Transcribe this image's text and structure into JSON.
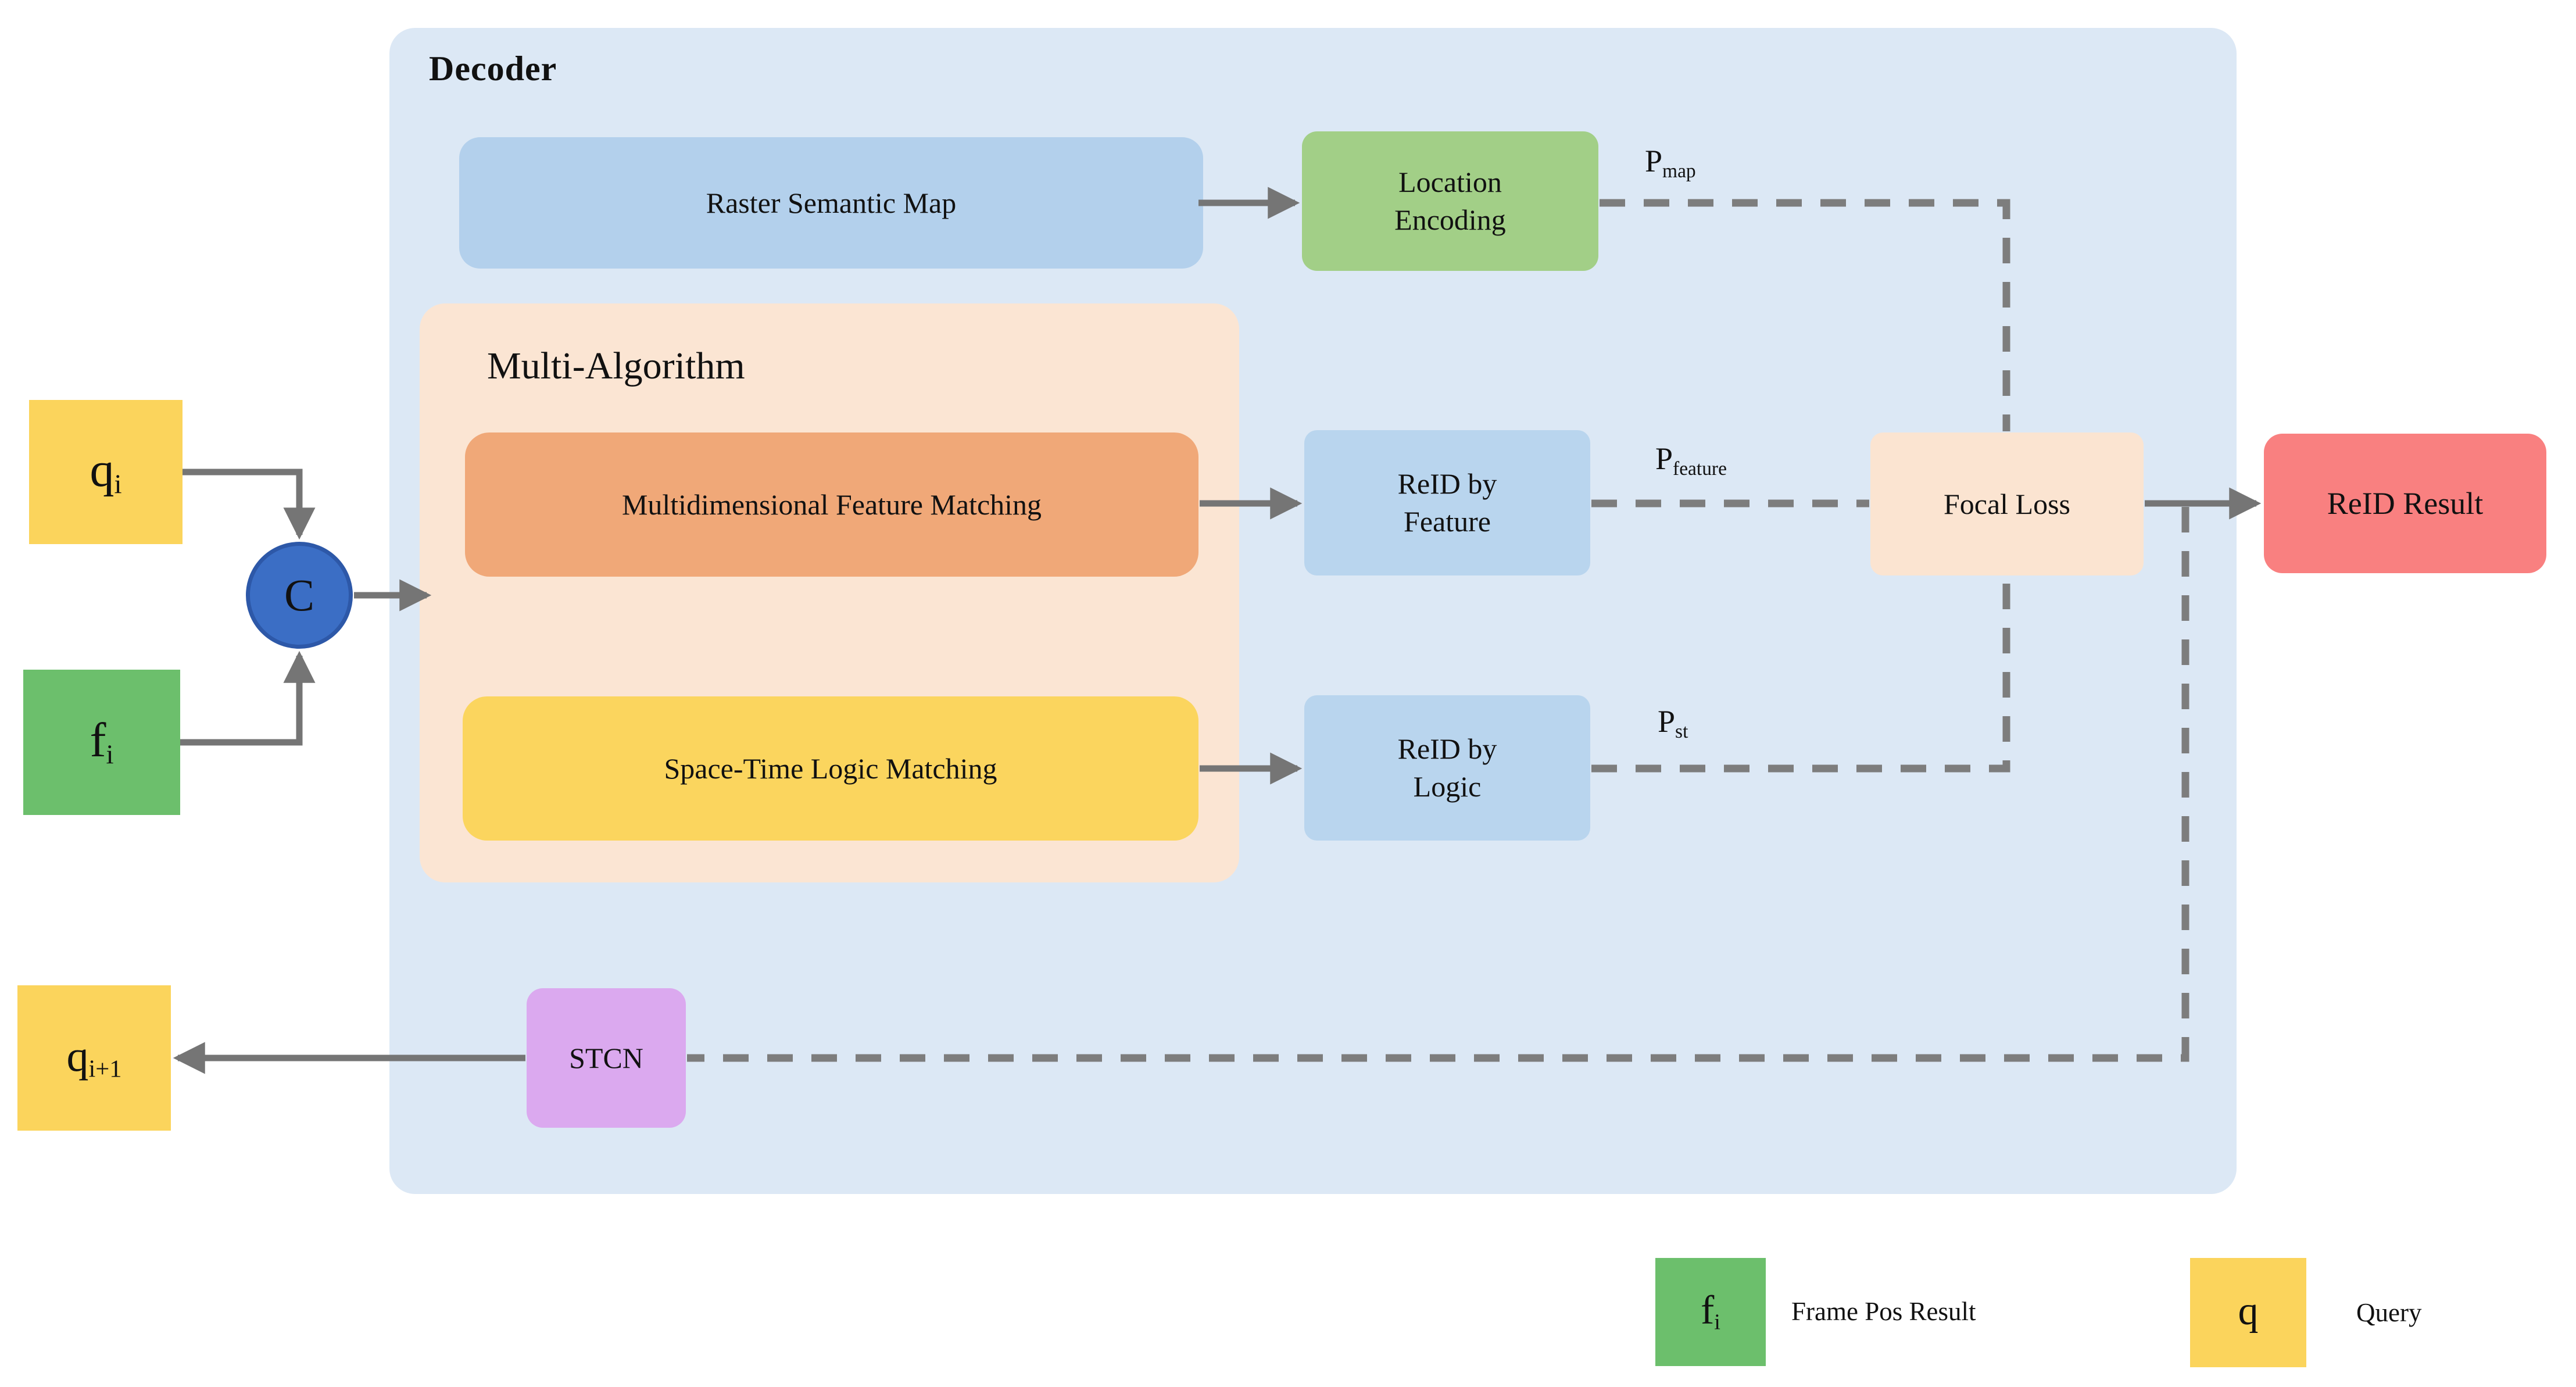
{
  "colors": {
    "page_bg": "#ffffff",
    "decoder_bg": "#dce8f5",
    "raster_box": "#b3d0ec",
    "location_encoding_box": "#a2cf87",
    "multi_algorithm_bg": "#fbe5d3",
    "feature_matching_box": "#f0a878",
    "logic_matching_box": "#fbd55e",
    "reid_by_feature_box": "#b9d5ee",
    "reid_by_logic_box": "#b9d5ee",
    "focal_loss_box": "#fbe4d1",
    "reid_result_box": "#f98080",
    "stcn_box": "#dba9ef",
    "query_box": "#fbd45c",
    "frame_box": "#6cbf6c",
    "concat_node": "#3b6ec5",
    "concat_node_border": "#2d58a8",
    "arrow": "#757575",
    "text": "#111111"
  },
  "decoder": {
    "title": "Decoder"
  },
  "multi_algorithm": {
    "title": "Multi-Algorithm"
  },
  "boxes": {
    "raster": "Raster Semantic Map",
    "location_encoding": "Location Encoding",
    "feature_matching": "Multidimensional Feature Matching",
    "logic_matching": "Space-Time Logic Matching",
    "reid_by_feature": "ReID by Feature",
    "reid_by_logic": "ReID by Logic",
    "focal_loss": "Focal Loss",
    "reid_result": "ReID Result",
    "stcn": "STCN"
  },
  "nodes": {
    "query_in": {
      "base": "q",
      "sub": "i"
    },
    "frame_in": {
      "base": "f",
      "sub": "i"
    },
    "query_next": {
      "base": "q",
      "sub": "i+1"
    },
    "concat": {
      "label": "C"
    }
  },
  "edge_labels": {
    "p_map": {
      "base": "P",
      "sub": "map"
    },
    "p_feature": {
      "base": "P",
      "sub": "feature"
    },
    "p_st": {
      "base": "P",
      "sub": "st"
    }
  },
  "legend": {
    "frame": {
      "symbol": "f",
      "symbol_sub": "i",
      "label": "Frame Pos Result"
    },
    "query": {
      "symbol": "q",
      "symbol_sub": "",
      "label": "Query"
    }
  }
}
